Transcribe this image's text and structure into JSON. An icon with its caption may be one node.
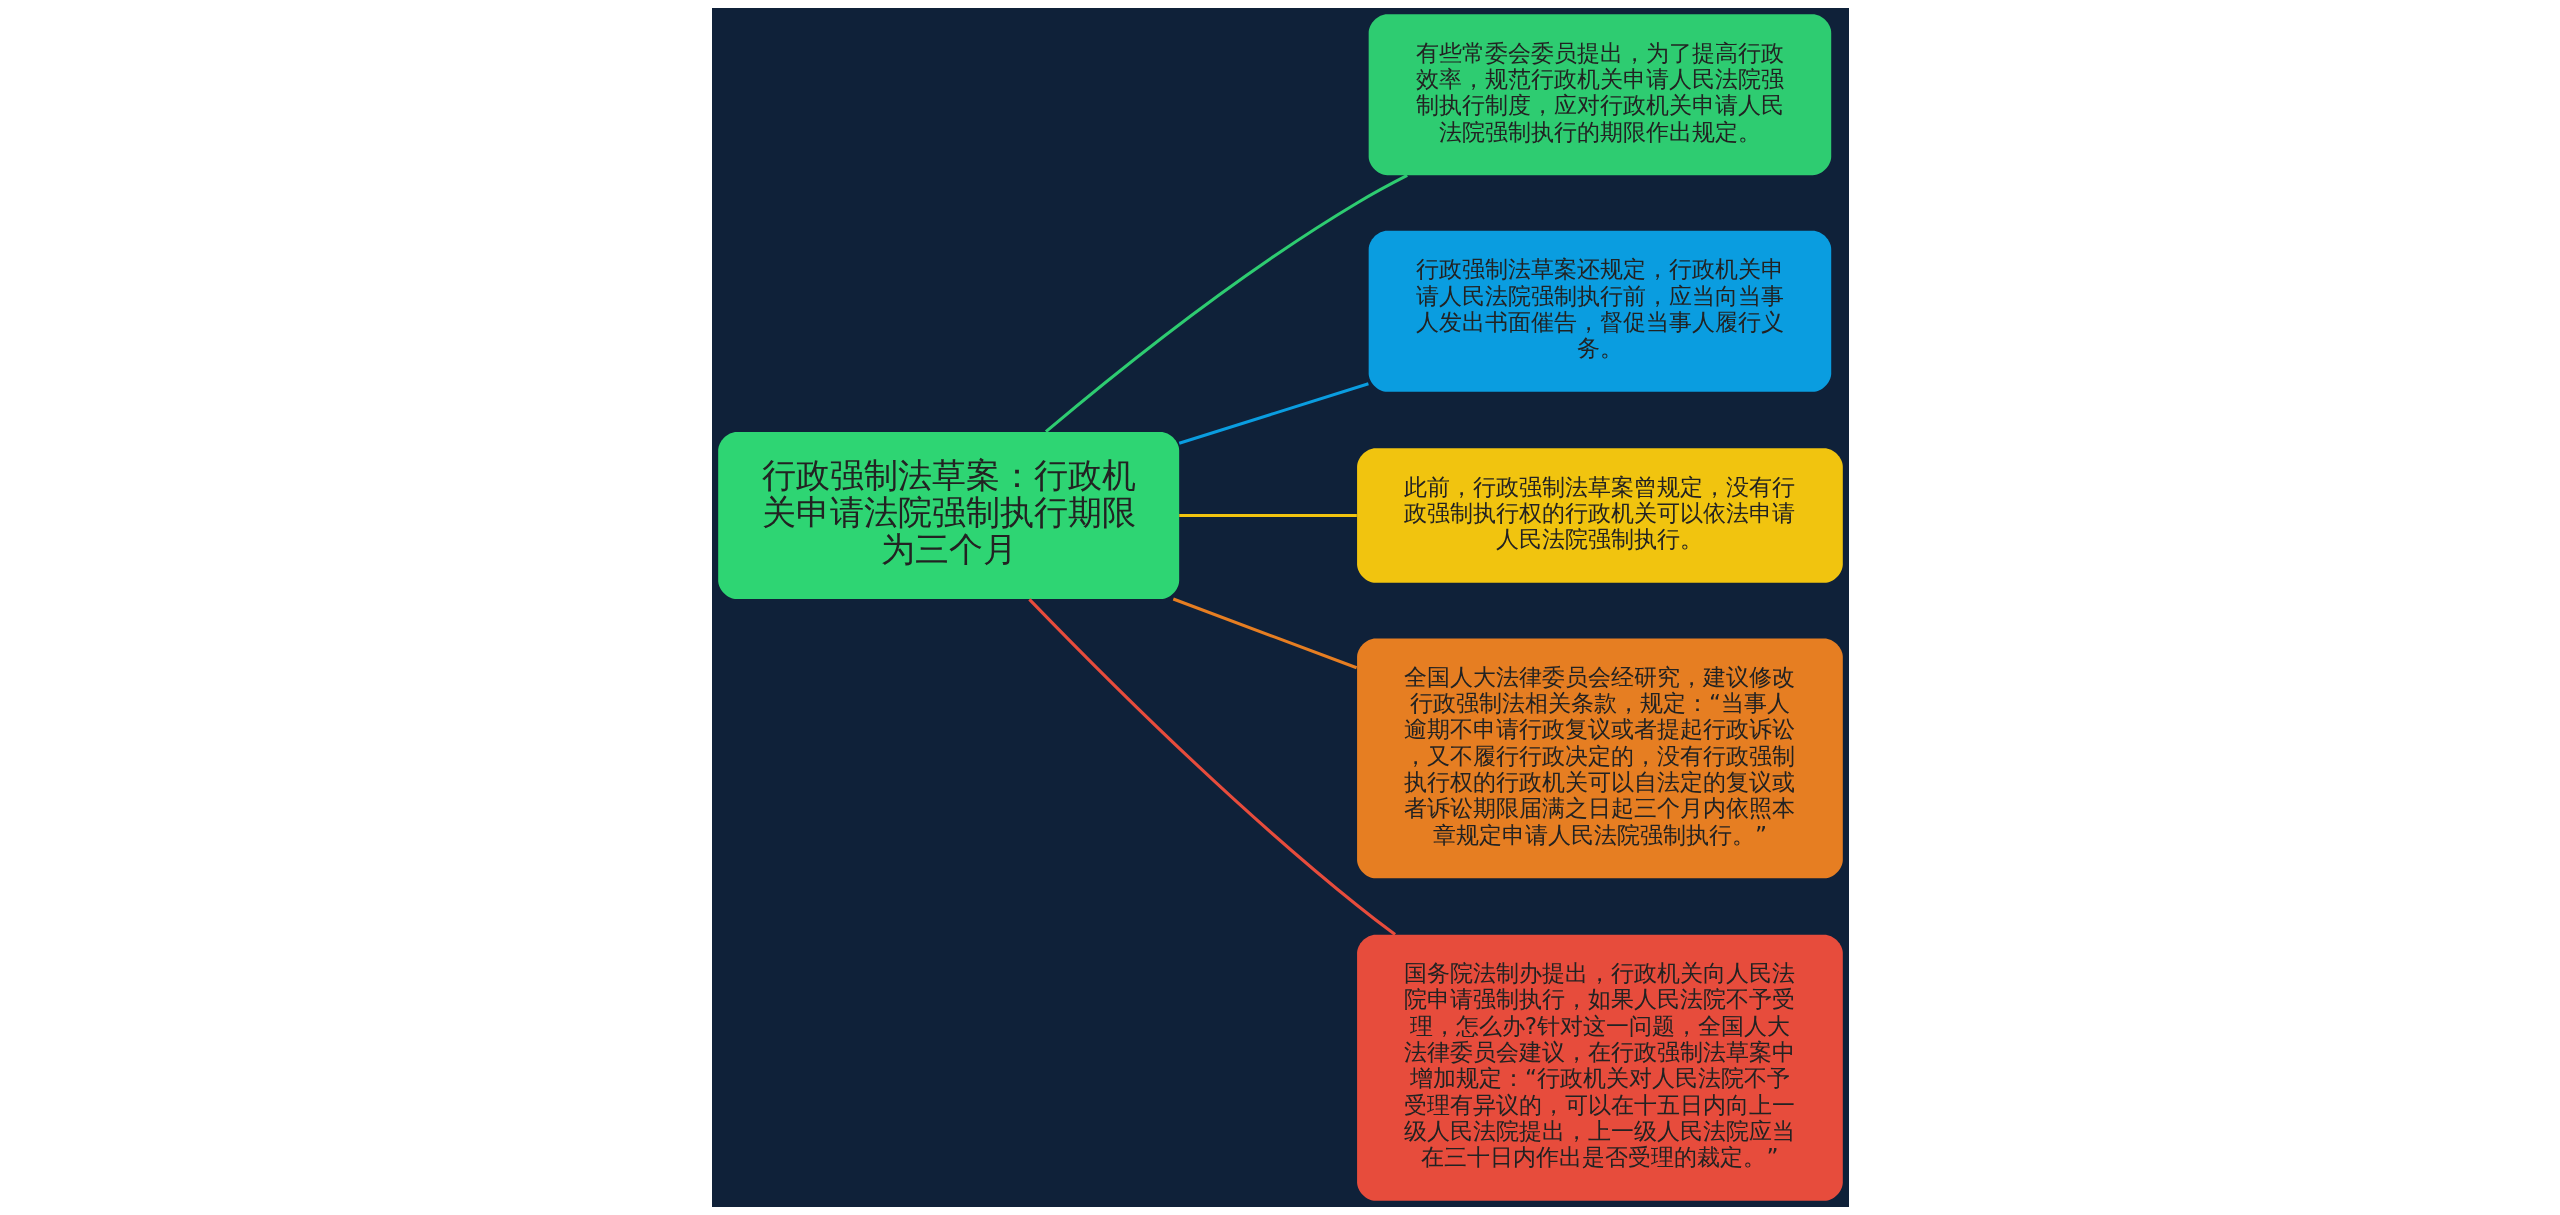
{
  "diagram": {
    "nodes": [
      {
        "text": [
          "行政强制法草案：行政机关申请法院强制执行期限为三个月"
        ]
      },
      {
        "text": [
          "有些常委会委员提出，为了提高行政效率，规范行政机关申请人民法院强制执行制度，应对行政机关申请人民法院强制执行的期限作出规定。"
        ]
      },
      {
        "text": [
          "行政强制法草案还规定，行政机关申请人民法院强制执行前，应当向当事人发出书面催告，督促当事人履行义务。"
        ]
      },
      {
        "text": [
          "此前，行政强制法草案曾规定，没有行政强制执行权的行政机关可以依法申请人民法院强制执行。"
        ]
      },
      {
        "text": [
          "全国人大法律委员会经研究，建议修改行政强制法相关条款，规定：“当事人逾期不申请行政复议或者提起行政诉讼，又不履行行政决定的，没有行政强制执行权的行政机关可以自法定的复议或者诉讼期限届满之日起三个月内依照本章规定申请人民法院强制执行。”"
        ]
      },
      {
        "text": [
          "国务院法制办提出，行政机关向人民法院申请强制执行，如果人民法院不予受理，怎么办?针对这一问题，全国人大法律委员会建议，在行政强制法草案中增加规定：“行政机关对人民法院不予受理有异议的，可以在十五日内向上一级人民法院提出，上一级人民法院应当在三十日内作出是否受理的裁定。”"
        ]
      }
    ],
    "edges": [
      {
        "from": 0,
        "to": 1,
        "arrow": "none",
        "color": "#2ecc71"
      },
      {
        "from": 0,
        "to": 2,
        "arrow": "none",
        "color": "#0a9de0"
      },
      {
        "from": 0,
        "to": 3,
        "arrow": "none",
        "color": "#f1c40f"
      },
      {
        "from": 0,
        "to": 4,
        "arrow": "none",
        "color": "#e67e22"
      },
      {
        "from": 0,
        "to": 5,
        "arrow": "none",
        "color": "#e74c3c"
      }
    ]
  }
}
